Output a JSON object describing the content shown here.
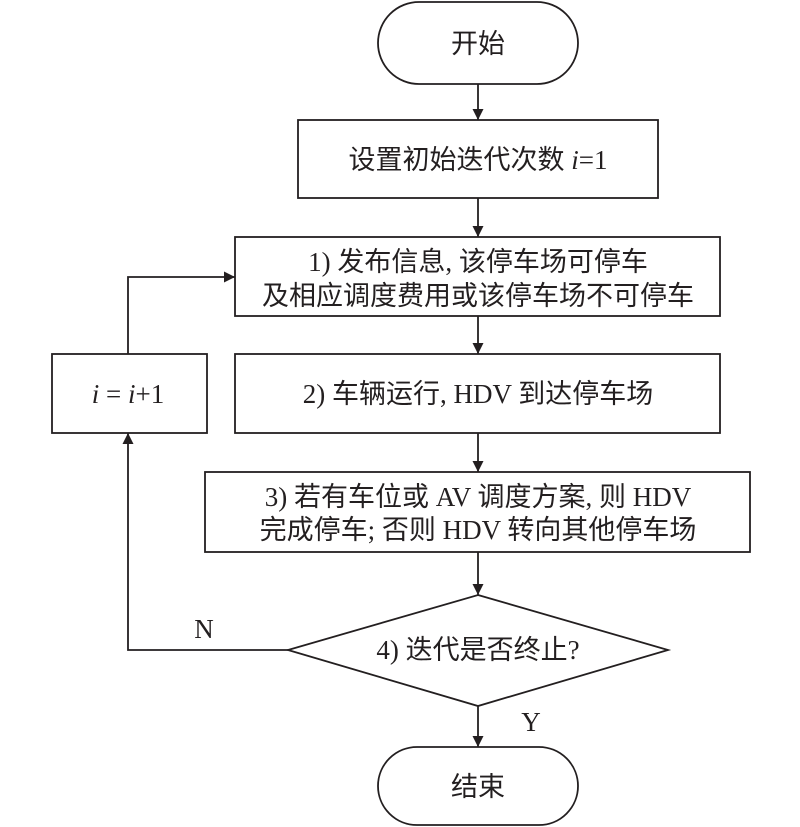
{
  "flowchart": {
    "start": {
      "label": "开始"
    },
    "init": {
      "parts": [
        "设置初始迭代次数 ",
        "i",
        "=1"
      ]
    },
    "step1": {
      "lines": [
        "1) 发布信息, 该停车场可停车",
        "及相应调度费用或该停车场不可停车"
      ]
    },
    "step2": {
      "label": "2) 车辆运行, HDV 到达停车场"
    },
    "step3": {
      "lines": [
        "3) 若有车位或 AV 调度方案, 则 HDV",
        "完成停车; 否则 HDV 转向其他停车场"
      ]
    },
    "decision": {
      "label": "4) 迭代是否终止?"
    },
    "end": {
      "label": "结束"
    },
    "increment": {
      "parts": [
        "i",
        " = ",
        "i",
        "+1"
      ]
    },
    "edges": {
      "no_label": "N",
      "yes_label": "Y"
    }
  }
}
